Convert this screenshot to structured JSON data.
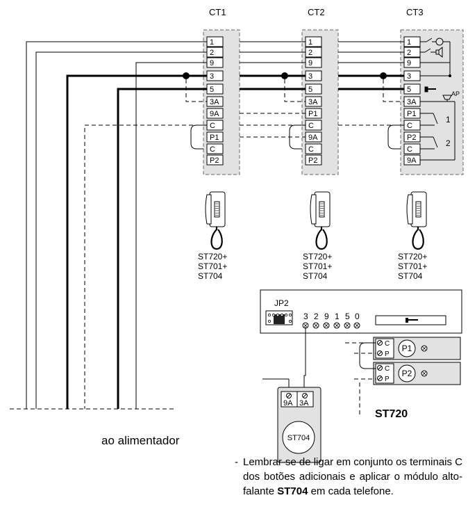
{
  "terminals": {
    "ct1": {
      "title": "CT1",
      "labels": [
        "1",
        "2",
        "9",
        "3",
        "5",
        "3A",
        "9A",
        "C",
        "P1",
        "C",
        "P2"
      ],
      "model_lines": [
        "ST720+",
        "ST701+",
        "ST704"
      ]
    },
    "ct2": {
      "title": "CT2",
      "labels": [
        "1",
        "2",
        "9",
        "3",
        "5",
        "3A",
        "P1",
        "C",
        "9A",
        "C",
        "P2"
      ],
      "model_lines": [
        "ST720+",
        "ST701+",
        "ST704"
      ]
    },
    "ct3": {
      "title": "CT3",
      "labels": [
        "1",
        "2",
        "9",
        "3",
        "5",
        "3A",
        "P1",
        "C",
        "P2",
        "C",
        "9A"
      ],
      "model_lines": [
        "ST720+",
        "ST701+",
        "ST704"
      ],
      "ap_label": "AP",
      "contact_1": "1",
      "contact_2": "2"
    }
  },
  "module": {
    "jumper_label": "JP2",
    "terminal_labels": [
      "3",
      "2",
      "9",
      "1",
      "5",
      "0"
    ]
  },
  "speaker": {
    "terminal_a": "9A",
    "terminal_b": "3A",
    "name": "ST704"
  },
  "buttons": [
    {
      "name": "P1",
      "term_c": "C",
      "term_p": "P"
    },
    {
      "name": "P2",
      "term_c": "C",
      "term_p": "P"
    }
  ],
  "st720_label": "ST720",
  "supply_caption": "ao alimentador",
  "note": {
    "dash": "-",
    "text_before": "Lembrar-se de ligar em conjunto os terminais C dos botões adicionais e aplicar o módulo alto-falante ",
    "text_bold": "ST704",
    "text_after": " em cada telefone."
  }
}
